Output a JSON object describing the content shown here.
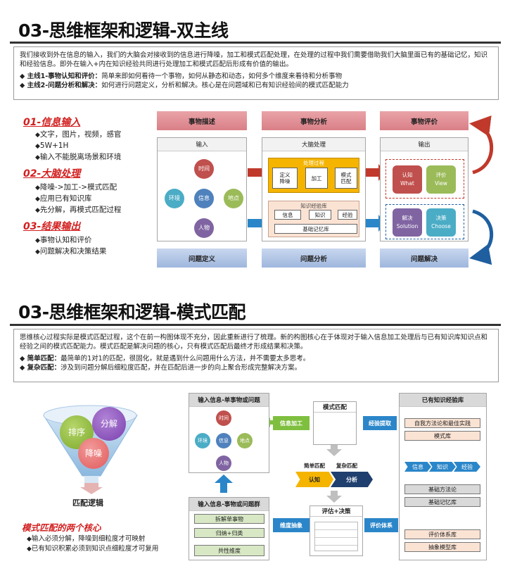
{
  "slide1": {
    "title": "03-思维框架和逻辑-双主线",
    "intro": {
      "paragraph": "我们接收到外在信息的输入，我们的大脑会对接收到的信息进行降噪，加工和模式匹配处理，在处理的过程中我们需要借助我们大脑里面已有的基础记忆，知识和经验信息。即外在输入+内在知识经验共同进行处理加工和模式匹配后形成有价值的输出。",
      "bullet1_bold": "◆ 主线1-事物认知和评价：",
      "bullet1_text": "简单来即如何看待一个事物，如何从静态和动态，如何多个维度来看待和分析事物",
      "bullet2_bold": "◆ 主线2-问题分析和解决：",
      "bullet2_text": "如何进行问题定义，分析和解决。核心是在问题域和已有知识经验间的模式匹配能力"
    },
    "sections": [
      {
        "title": "01-信息输入",
        "items": [
          "文字，图片，视频，感官",
          "5W+1H",
          "输入不能脱离场景和环境"
        ]
      },
      {
        "title": "02-大脑处理",
        "items": [
          "降噪->加工->模式匹配",
          "应用已有知识库",
          "先分解，再模式匹配过程"
        ]
      },
      {
        "title": "03-结果输出",
        "items": [
          "事物认知和评价",
          "问题解决和决策结果"
        ]
      }
    ],
    "diagram": {
      "top_headers": [
        "事物描述",
        "事物分析",
        "事物评价"
      ],
      "bottom_headers": [
        "问题定义",
        "问题分析",
        "问题解决"
      ],
      "panel_titles": [
        "输入",
        "大脑处理",
        "输出"
      ],
      "circles": {
        "top": "时间",
        "left": "环境",
        "center": "信息",
        "right": "地点",
        "bottom": "人物"
      },
      "process": {
        "title": "处理过程",
        "define": "定义\n降噪",
        "process": "加工",
        "match": "模式\n匹配"
      },
      "knowledge": {
        "title": "知识经验库",
        "info": "信息",
        "knowledge": "知识",
        "experience": "经验",
        "memory": "基础记忆库"
      },
      "outputs": [
        {
          "cn": "认知",
          "en": "What"
        },
        {
          "cn": "评价",
          "en": "View"
        },
        {
          "cn": "解决",
          "en": "Solution"
        },
        {
          "cn": "决策",
          "en": "Choose"
        }
      ]
    }
  },
  "slide2": {
    "title": "03-思维框架和逻辑-模式匹配",
    "intro": {
      "paragraph": "思维核心过程实际是模式匹配过程，这个在前一构图体现不充分，因此重新进行了梳理。新的构图核心在于体现对于输入信息加工处理后与已有知识库知识点和经验之间的模式匹配能力。模式匹配是解决问题的核心，只有模式匹配后最终才形成结果和决策。",
      "bullet1_bold": "◆ 简单匹配：",
      "bullet1_text": "最简单的1对1的匹配，很固化，就是遇到什么问题用什么方法，并不需要太多思考。",
      "bullet2_bold": "◆ 复杂匹配：",
      "bullet2_text": "涉及到问题分解后细粒度匹配，并在匹配后进一步的向上聚合形成完整解决方案。"
    },
    "funnel": {
      "c1": "排序",
      "c2": "分解",
      "c3": "降噪",
      "label": "匹配逻辑"
    },
    "core": {
      "title": "模式匹配的两个核心",
      "items": [
        "输入必须分解，降噪到细粒度才可映射",
        "已有知识积累必须到知识点细粒度才可复用"
      ]
    },
    "diagram": {
      "input_title": "输入信息-单事物或问题",
      "circles": {
        "top": "时间",
        "left": "环境",
        "center": "信息",
        "right": "地点",
        "bottom": "人物"
      },
      "info_process": "信息加工",
      "pattern_match": "模式匹配",
      "exp_extract": "经验提取",
      "simple_match": "简单匹配",
      "complex_match": "复杂匹配",
      "cognize": "认知",
      "analyze": "分析",
      "group_title": "输入信息-事物或问题群",
      "group_items": [
        "拆解单事物",
        "归纳+归类",
        "共性维度"
      ],
      "dim_abstract": "维度抽象",
      "evaluate": "评估+决策",
      "eval_system": "评价体系",
      "kb_title": "已有知识经验库",
      "kb_items": [
        "自我方法论和最佳实践",
        "模式库"
      ],
      "kb_chain": [
        "信息",
        "知识",
        "经验"
      ],
      "kb_items2": [
        "基础方法论",
        "基础记忆库"
      ],
      "kb_items3": [
        "评价体系库",
        "抽象模型库"
      ]
    }
  }
}
